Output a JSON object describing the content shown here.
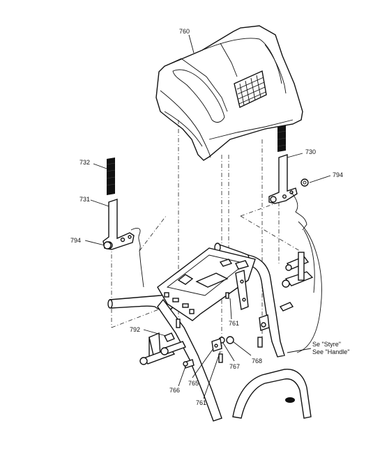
{
  "parts": {
    "p760": "760",
    "p730": "730",
    "p732": "732",
    "p794a": "794",
    "p731": "731",
    "p794b": "794",
    "p761a": "761",
    "p792": "792",
    "p767": "767",
    "p768": "768",
    "p766": "766",
    "p765": "765",
    "p761b": "761"
  },
  "notes": {
    "see_styre": "Se \"Styre\"",
    "see_handle": "See \"Handle\""
  }
}
